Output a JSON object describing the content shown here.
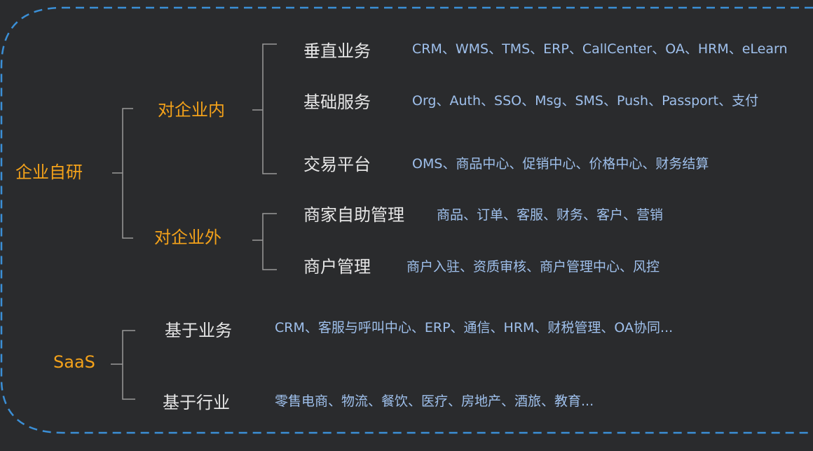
{
  "colors": {
    "background": "#2a2b2d",
    "root_text": "#f4a21a",
    "category_text": "#e6e6e6",
    "description_text": "#9fc0ec",
    "connector_lines": "#9a9a9a",
    "dashed_border": "#3b8fd6"
  },
  "roots": {
    "self_dev": "企业自研",
    "saas": "SaaS"
  },
  "groups": {
    "internal": "对企业内",
    "external": "对企业外"
  },
  "categories": {
    "vertical": {
      "label": "垂直业务",
      "desc": "CRM、WMS、TMS、ERP、CallCenter、OA、HRM、eLearn"
    },
    "basic": {
      "label": "基础服务",
      "desc": "Org、Auth、SSO、Msg、SMS、Push、Passport、支付"
    },
    "trade": {
      "label": "交易平台",
      "desc": "OMS、商品中心、促销中心、价格中心、财务结算"
    },
    "merchant_self": {
      "label": "商家自助管理",
      "desc": "商品、订单、客服、财务、客户、营销"
    },
    "merchant_mgmt": {
      "label": "商户管理",
      "desc": "商户入驻、资质审核、商户管理中心、风控"
    },
    "by_business": {
      "label": "基于业务",
      "desc": "CRM、客服与呼叫中心、ERP、通信、HRM、财税管理、OA协同..."
    },
    "by_industry": {
      "label": "基于行业",
      "desc": "零售电商、物流、餐饮、医疗、房地产、酒旅、教育..."
    }
  }
}
